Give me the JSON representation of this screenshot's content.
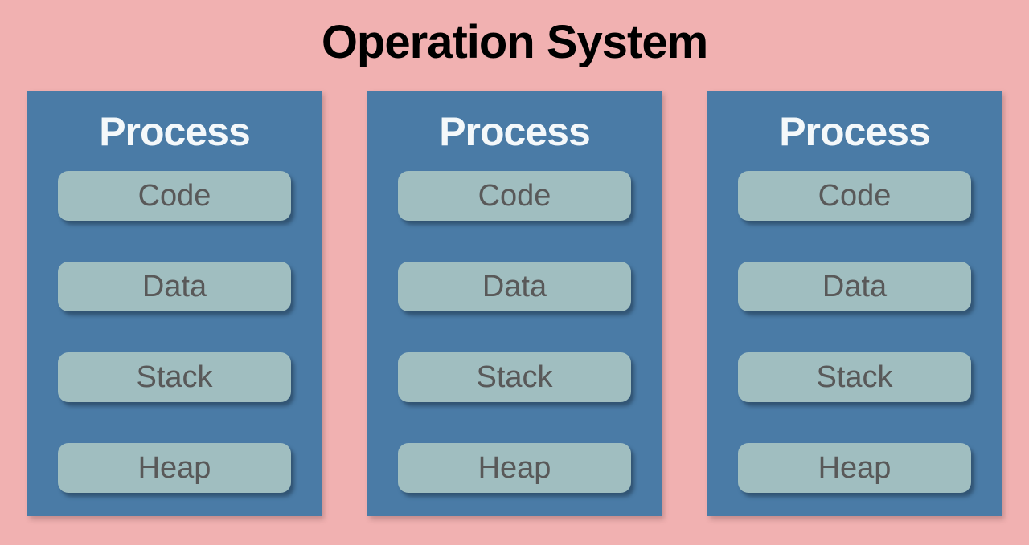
{
  "title": "Operation System",
  "colors": {
    "background": "#f1b1b1",
    "process_fill": "#4a7ba6",
    "process_title": "#f4f8fa",
    "block_fill": "#a0bec0",
    "block_text": "#595959",
    "title_text": "#000000"
  },
  "processes": [
    {
      "label": "Process",
      "blocks": [
        "Code",
        "Data",
        "Stack",
        "Heap"
      ]
    },
    {
      "label": "Process",
      "blocks": [
        "Code",
        "Data",
        "Stack",
        "Heap"
      ]
    },
    {
      "label": "Process",
      "blocks": [
        "Code",
        "Data",
        "Stack",
        "Heap"
      ]
    }
  ]
}
